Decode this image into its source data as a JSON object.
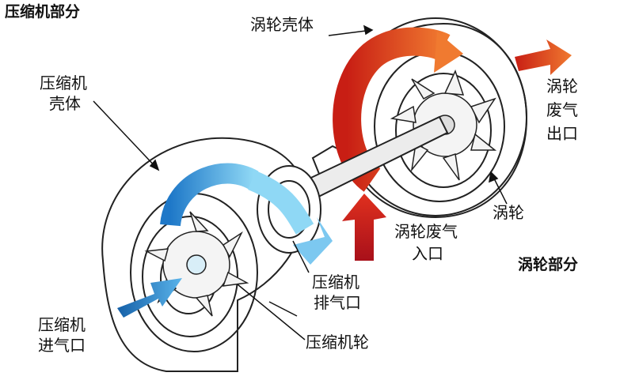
{
  "labels": {
    "compressor_section": "压缩机部分",
    "turbine_housing": "涡轮壳体",
    "compressor_housing_l1": "压缩机",
    "compressor_housing_l2": "壳体",
    "exhaust_outlet_l1": "涡轮",
    "exhaust_outlet_l2": "废气",
    "exhaust_outlet_l3": "出口",
    "turbine_wheel": "涡轮",
    "exhaust_inlet_l1": "涡轮废气",
    "exhaust_inlet_l2": "入口",
    "turbine_section": "涡轮部分",
    "compressor_outlet_l1": "压缩机",
    "compressor_outlet_l2": "排气口",
    "compressor_inlet_l1": "压缩机",
    "compressor_inlet_l2": "进气口",
    "compressor_wheel": "压缩机轮"
  },
  "colors": {
    "hot_flow": "#e0301e",
    "hot_flow_light": "#f08a3a",
    "cold_flow": "#2a8fd8",
    "cold_flow_light": "#7cc8f0",
    "outline": "#222222"
  }
}
